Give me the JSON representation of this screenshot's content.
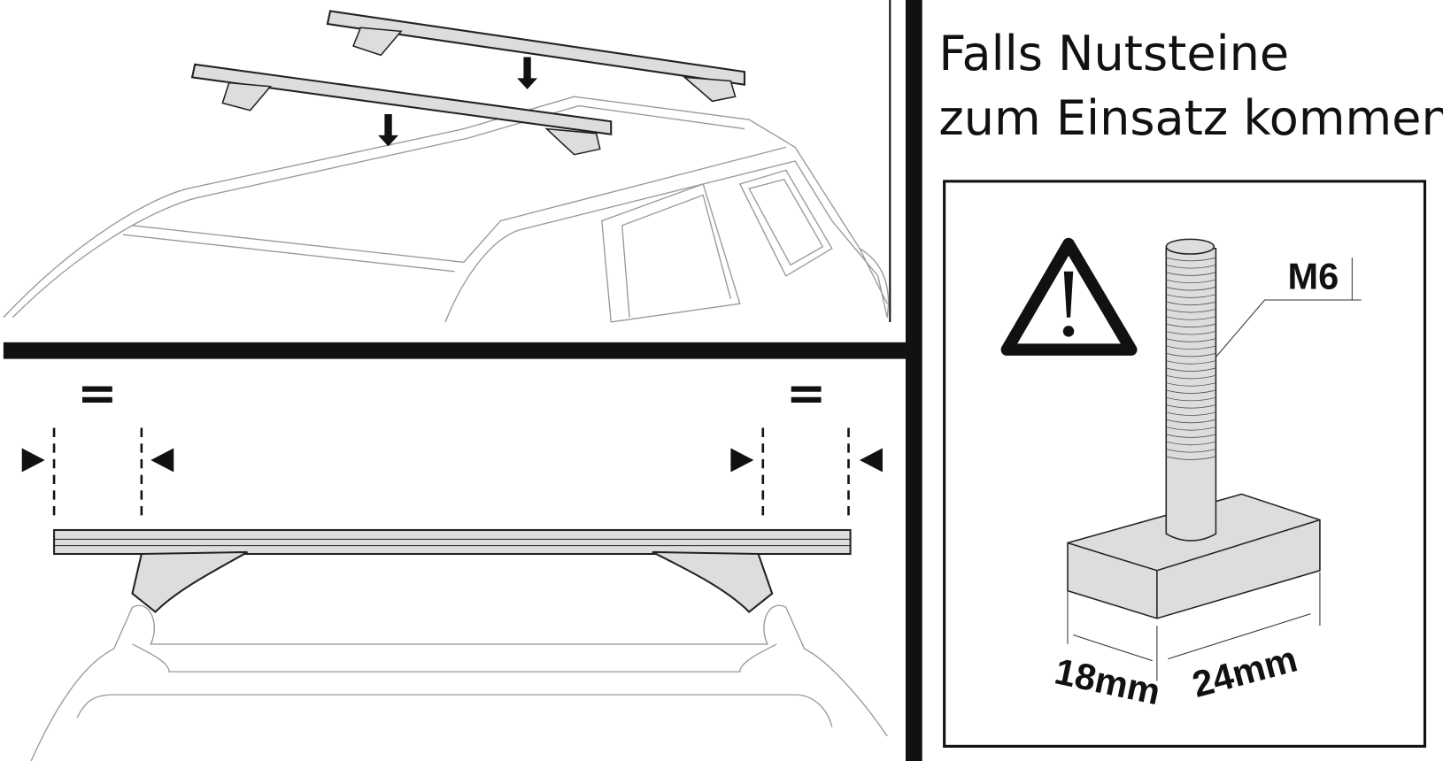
{
  "heading": {
    "line1": "Falls Nutsteine",
    "line2": "zum Einsatz kommen"
  },
  "detail": {
    "thread_label": "M6",
    "width_label": "18mm",
    "length_label": "24mm"
  },
  "spacing_marks": {
    "left_equal": "=",
    "right_equal": "="
  },
  "colors": {
    "ink": "#111111",
    "part_fill": "#dcdcdc",
    "car_line": "#9a9a9a"
  }
}
